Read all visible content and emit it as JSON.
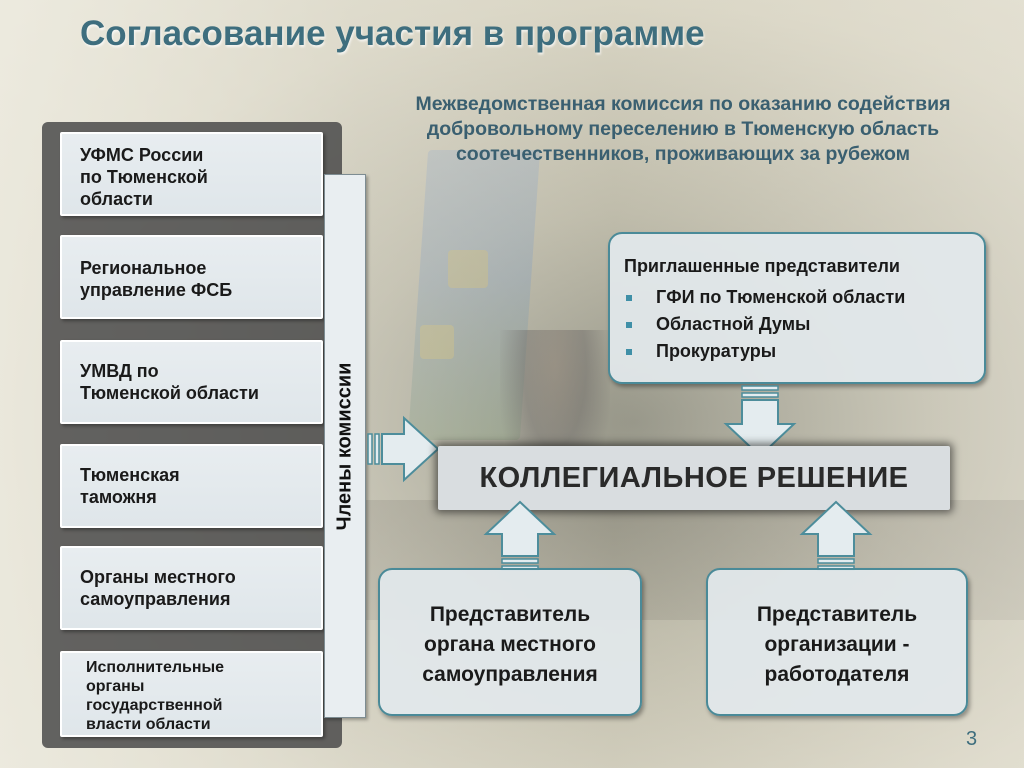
{
  "title": "Согласование участия в программе",
  "commission_title": "Межведомственная комиссия по оказанию содействия добровольному переселению в Тюменскую область соотечественников, проживающих за рубежом",
  "members_label": "Члены комиссии",
  "members": [
    "УФМС России\nпо Тюменской\nобласти",
    "Региональное\nуправление ФСБ",
    "УМВД по\nТюменской области",
    "Тюменская\nтаможня",
    "Органы местного\nсамоуправления",
    "Исполнительные\nорганы\nгосударственной\nвласти области"
  ],
  "invited": {
    "heading": "Приглашенные представители",
    "items": [
      "ГФИ по Тюменской области",
      "Областной Думы",
      "Прокуратуры"
    ]
  },
  "decision": "КОЛЛЕГИАЛЬНОЕ РЕШЕНИЕ",
  "rep_local": "Представитель\nоргана местного\nсамоуправления",
  "rep_employer": "Представитель\nорганизации -\nработодателя",
  "page_number": "3",
  "colors": {
    "title": "#3e6e7e",
    "box_border": "#4a8a98",
    "arrow_fill": "#e4ecef",
    "arrow_stroke": "#4d8d9b",
    "bullet": "#3f8fa7"
  }
}
